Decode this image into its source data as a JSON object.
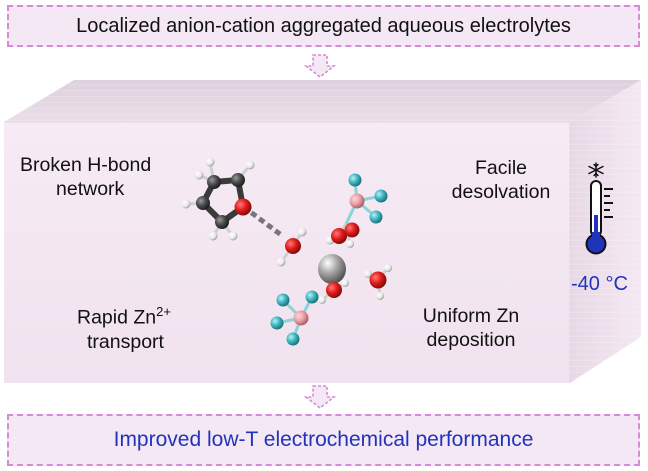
{
  "top_banner": "Localized anion-cation aggregated aqueous electrolytes",
  "bottom_banner": "Improved low-T electrochemical performance",
  "labels": {
    "hbond_line1": "Broken H-bond",
    "hbond_line2": "network",
    "desolv_line1": "Facile",
    "desolv_line2": "desolvation",
    "zn_transport_line1": "Rapid Zn",
    "zn_transport_sup": "2+",
    "zn_transport_line2": "transport",
    "uniform_line1": "Uniform Zn",
    "uniform_line2": "deposition"
  },
  "temperature": "-40 °C",
  "icons": [
    "snowflake-icon",
    "thermometer-icon",
    "down-arrow-icon"
  ],
  "colors": {
    "banner_border": "#d78ad8",
    "banner_fill": "#f4e8f4",
    "box_front": "#f3e6f1",
    "accent_blue": "#2233bb",
    "oxygen": "#e01b1b",
    "boron": "#e8a2a8",
    "fluorine": "#3fb5c0",
    "carbon": "#4a4a4a",
    "zinc": "#9a9a9a"
  }
}
